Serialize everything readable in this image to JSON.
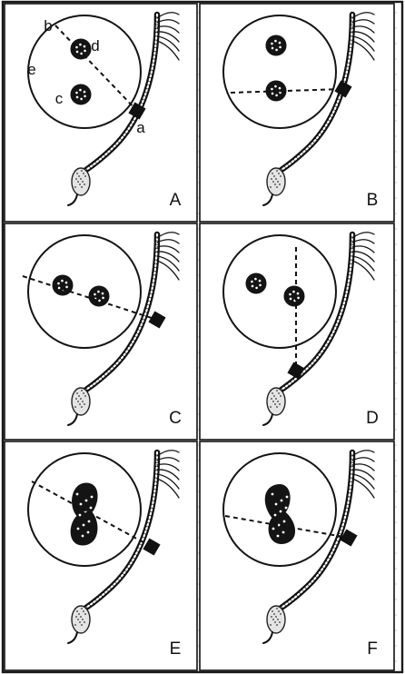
{
  "panels": [
    {
      "id": "A",
      "label": "A",
      "nuclei": "separate",
      "line": "through-both"
    },
    {
      "id": "B",
      "label": "B",
      "nuclei": "separate",
      "line": "through-lower"
    },
    {
      "id": "C",
      "label": "C",
      "nuclei": "separate",
      "line": "through-both"
    },
    {
      "id": "D",
      "label": "D",
      "nuclei": "separate",
      "line": "vertical-through-right"
    },
    {
      "id": "E",
      "label": "E",
      "nuclei": "fused",
      "line": "through-fused"
    },
    {
      "id": "F",
      "label": "F",
      "nuclei": "fused",
      "line": "through-fused"
    }
  ],
  "structure_labels": {
    "a": "a",
    "b": "b",
    "c": "c",
    "d": "d",
    "e": "e"
  },
  "colors": {
    "ink": "#111111",
    "paper": "#ffffff",
    "background_text": "#8a8a8a"
  }
}
